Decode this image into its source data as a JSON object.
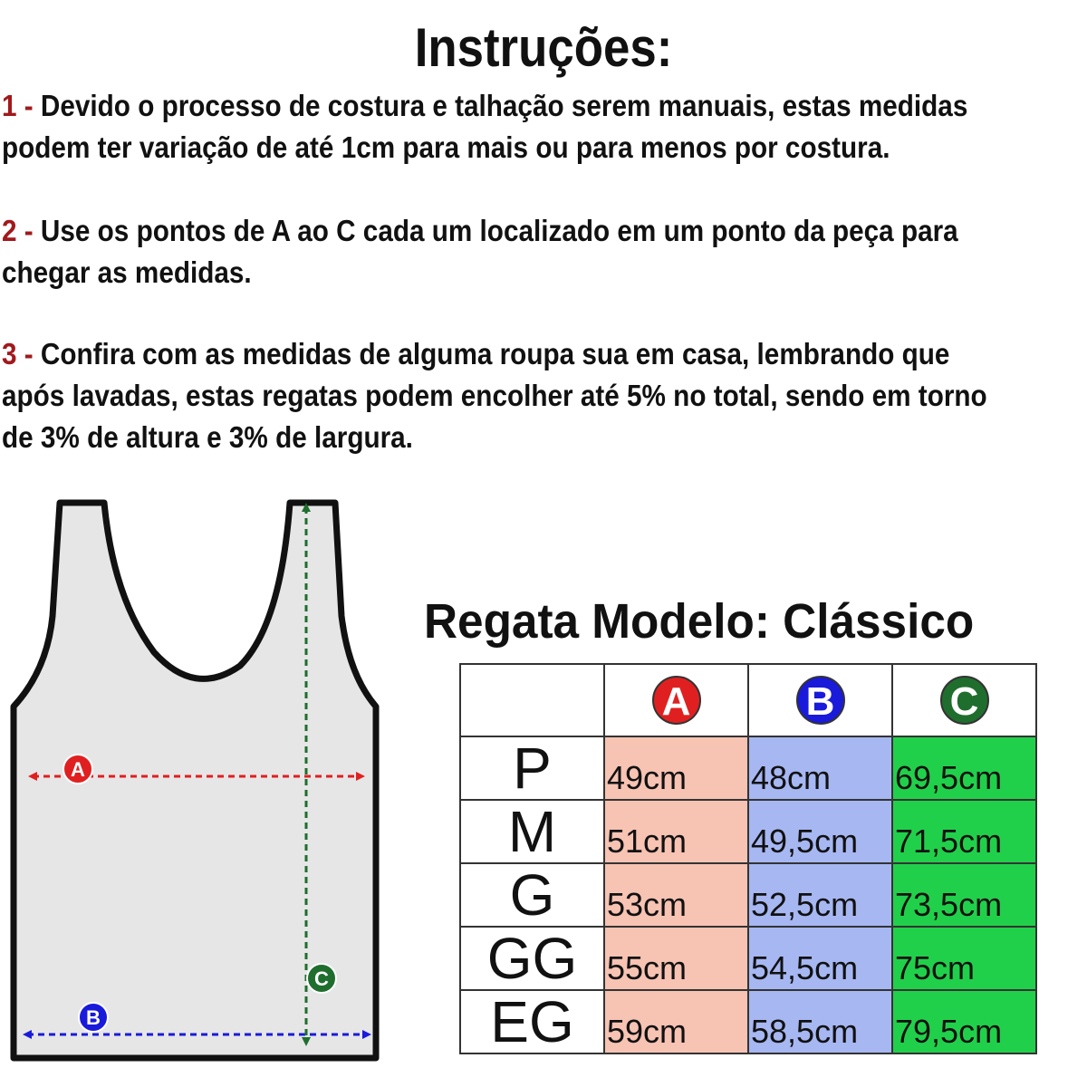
{
  "title": "Instruções:",
  "instructions": [
    {
      "num": "1 -",
      "lines": [
        "Devido o processo de costura e talhação serem manuais, estas medidas",
        "podem ter variação de até 1cm para mais ou para menos por costura."
      ]
    },
    {
      "num": "2 -",
      "lines": [
        "Use os pontos de A ao C cada um localizado em um ponto da peça para",
        "chegar as medidas."
      ]
    },
    {
      "num": "3 -",
      "lines": [
        "Confira com as medidas de alguma roupa sua em casa, lembrando que",
        "após lavadas, estas regatas podem encolher até 5% no total, sendo em torno",
        "de 3% de altura e 3% de largura."
      ]
    }
  ],
  "diagram": {
    "label_a": "A",
    "label_b": "B",
    "label_c": "C"
  },
  "model_title": "Regata Modelo: Clássico",
  "table": {
    "headers": [
      "A",
      "B",
      "C"
    ],
    "rows": [
      {
        "size": "P",
        "a": "49cm",
        "b": "48cm",
        "c": "69,5cm"
      },
      {
        "size": "M",
        "a": "51cm",
        "b": "49,5cm",
        "c": "71,5cm"
      },
      {
        "size": "G",
        "a": "53cm",
        "b": "52,5cm",
        "c": "73,5cm"
      },
      {
        "size": "GG",
        "a": "55cm",
        "b": "54,5cm",
        "c": "75cm"
      },
      {
        "size": "EG",
        "a": "59cm",
        "b": "58,5cm",
        "c": "79,5cm"
      }
    ]
  },
  "colors": {
    "a": "#e02020",
    "b": "#1a1adb",
    "c": "#1f6e2e",
    "num": "#a1191c"
  }
}
